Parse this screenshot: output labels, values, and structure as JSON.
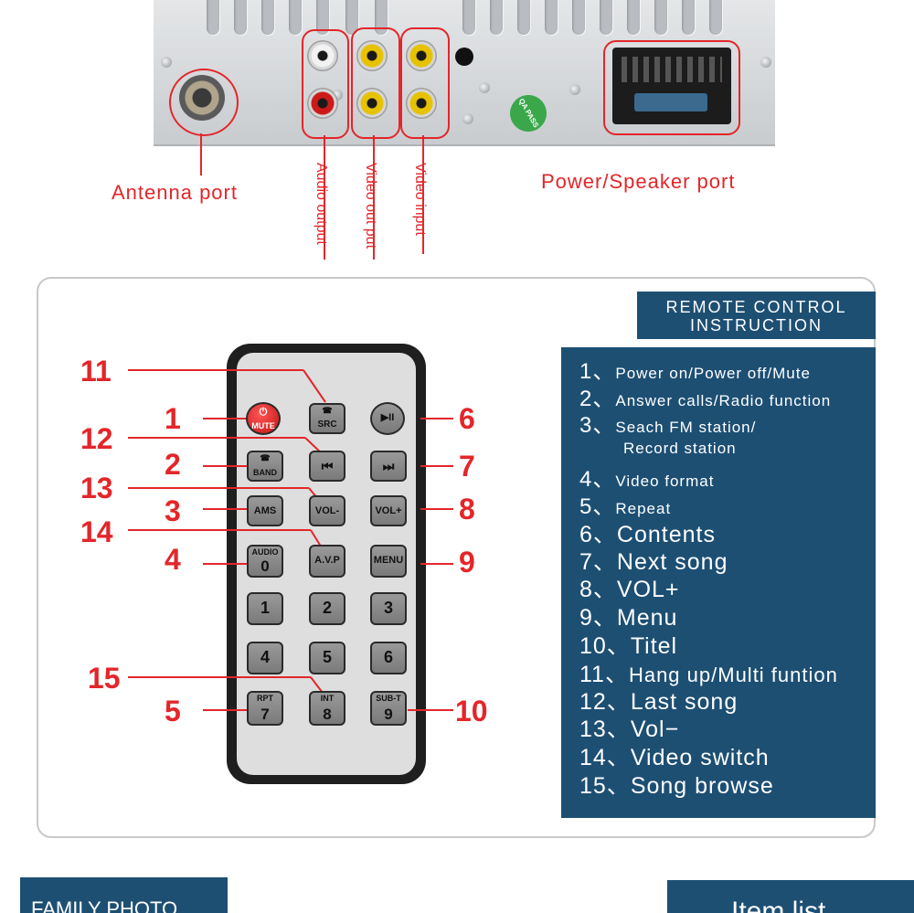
{
  "ports": {
    "antenna": "Antenna port",
    "audio_output": "Audio output",
    "video_output": "Video out put",
    "video_input": "Video input",
    "power_speaker": "Power/Speaker  port",
    "qa_sticker": "QA PASS"
  },
  "remote_instruction": {
    "title_line1": "REMOTE CONTROL",
    "title_line2": "INSTRUCTION",
    "items": [
      {
        "num": "1、",
        "text": "Power on/Power off/Mute"
      },
      {
        "num": "2、",
        "text": "Answer calls/Radio function"
      },
      {
        "num": "3、",
        "text": "Seach FM station/"
      },
      {
        "num": "",
        "text": "Record station"
      },
      {
        "num": "4、",
        "text": "Video format"
      },
      {
        "num": "5、",
        "text": "Repeat"
      },
      {
        "num": "6、",
        "text": "Contents"
      },
      {
        "num": "7、",
        "text": "Next song"
      },
      {
        "num": "8、",
        "text": "VOL+"
      },
      {
        "num": "9、",
        "text": "Menu"
      },
      {
        "num": "10、",
        "text": "Titel"
      },
      {
        "num": "11、",
        "text": "Hang up/Multi funtion"
      },
      {
        "num": "12、",
        "text": "Last song"
      },
      {
        "num": "13、",
        "text": "Vol−"
      },
      {
        "num": "14、",
        "text": "Video switch"
      },
      {
        "num": "15、",
        "text": "Song browse"
      }
    ]
  },
  "remote_buttons": {
    "mute": "MUTE",
    "src": "SRC",
    "play_pause": "▶II",
    "band": "BAND",
    "prev": "⏮",
    "next": "⏭",
    "ams": "AMS",
    "vol_minus": "VOL-",
    "vol_plus": "VOL+",
    "audio_small": "AUDIO",
    "audio_digit": "0",
    "avp": "A.V.P",
    "menu": "MENU",
    "d1": "1",
    "d2": "2",
    "d3": "3",
    "d4": "4",
    "d5": "5",
    "d6": "6",
    "rpt_small": "RPT",
    "rpt_digit": "7",
    "int_small": "INT",
    "int_digit": "8",
    "subt_small": "SUB-T",
    "subt_digit": "9"
  },
  "callouts": {
    "c1": "1",
    "c2": "2",
    "c3": "3",
    "c4": "4",
    "c5": "5",
    "c6": "6",
    "c7": "7",
    "c8": "8",
    "c9": "9",
    "c10": "10",
    "c11": "11",
    "c12": "12",
    "c13": "13",
    "c14": "14",
    "c15": "15"
  },
  "bottom": {
    "family_photo": "FAMILY PHOTO",
    "item_list": "Item list"
  },
  "colors": {
    "accent_red": "#e3262a",
    "panel_blue": "#1d4f73"
  }
}
